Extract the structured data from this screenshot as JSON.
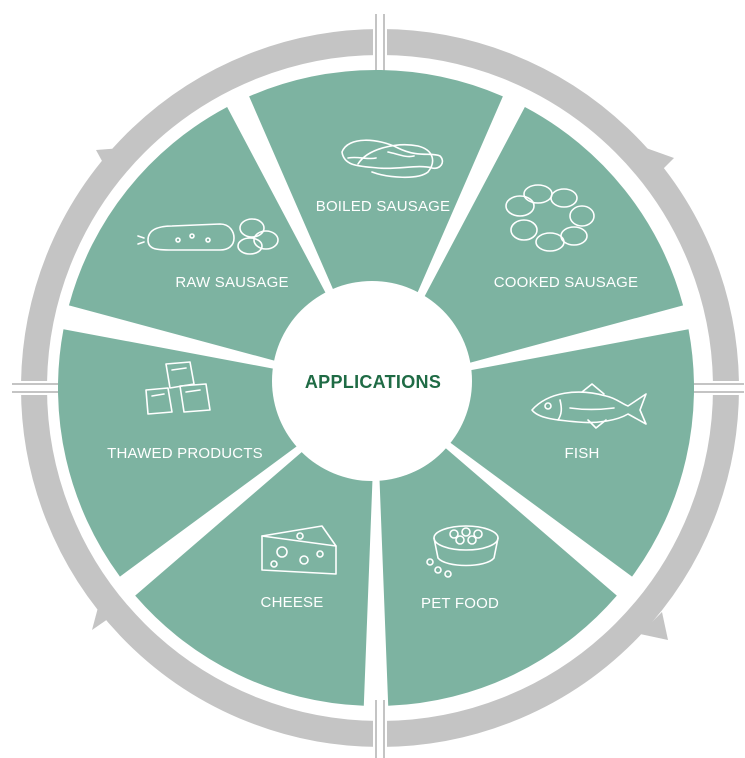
{
  "diagram": {
    "center_title": "APPLICATIONS",
    "segments": [
      {
        "label": "BOILED SAUSAGE",
        "icon": "boiled-sausage-icon"
      },
      {
        "label": "COOKED SAUSAGE",
        "icon": "cooked-sausage-icon"
      },
      {
        "label": "FISH",
        "icon": "fish-icon"
      },
      {
        "label": "PET FOOD",
        "icon": "pet-food-icon"
      },
      {
        "label": "CHEESE",
        "icon": "cheese-icon"
      },
      {
        "label": "THAWED PRODUCTS",
        "icon": "ice-cubes-icon"
      },
      {
        "label": "RAW SAUSAGE",
        "icon": "raw-sausage-icon"
      }
    ]
  },
  "colors": {
    "segment_fill": "#7db3a1",
    "ring": "#c4c4c4",
    "center_fill": "#ffffff",
    "title_text": "#1f6b45",
    "label_text": "#ffffff"
  }
}
